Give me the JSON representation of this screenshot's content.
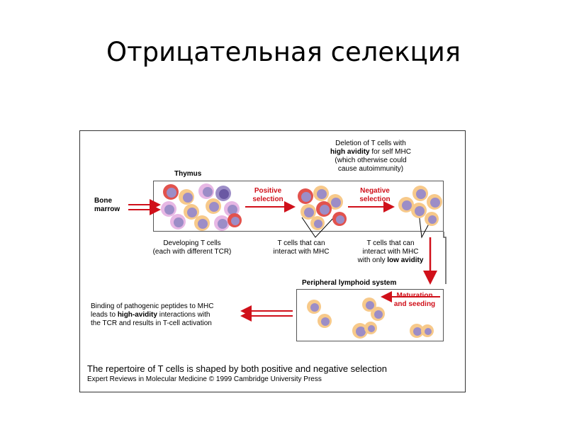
{
  "title": "Отрицательная селекция",
  "colors": {
    "arrow": "#d0101a",
    "cell_orange": "#f7c98a",
    "cell_purple": "#9c8dc7",
    "cell_pink": "#e7b7e4",
    "cell_red": "#e2524d",
    "box_border": "#555555"
  },
  "diagram": {
    "deletion_note": {
      "pre": "Deletion of T cells with",
      "bold": "high avidity",
      "post": " for self MHC",
      "line3": "(which otherwise could",
      "line4": "cause autoimmunity)"
    },
    "thymus_label": "Thymus",
    "bone_marrow": {
      "line1": "Bone",
      "line2": "marrow"
    },
    "positive_selection": {
      "line1": "Positive",
      "line2": "selection"
    },
    "negative_selection": {
      "line1": "Negative",
      "line2": "selection"
    },
    "developing": {
      "line1": "Developing T cells",
      "line2": "(each with different TCR)"
    },
    "interact_mhc": {
      "line1": "T cells that can",
      "line2": "interact with MHC"
    },
    "low_avidity": {
      "line1": "T cells that can",
      "line2": "interact with MHC",
      "line3_pre": "with only ",
      "line3_bold": "low avidity"
    },
    "peripheral_label": "Peripheral lymphoid system",
    "maturation": {
      "line1": "Maturation",
      "line2": "and seeding"
    },
    "binding_note": {
      "line1": "Binding of pathogenic peptides to MHC",
      "line2_pre": "leads to ",
      "line2_bold": "high-avidity",
      "line2_post": " interactions with",
      "line3": "the TCR and results in T-cell activation"
    },
    "caption": "The repertoire of T cells is shaped by both positive and negative selection",
    "credit": "Expert Reviews in Molecular Medicine © 1999 Cambridge University Press"
  }
}
